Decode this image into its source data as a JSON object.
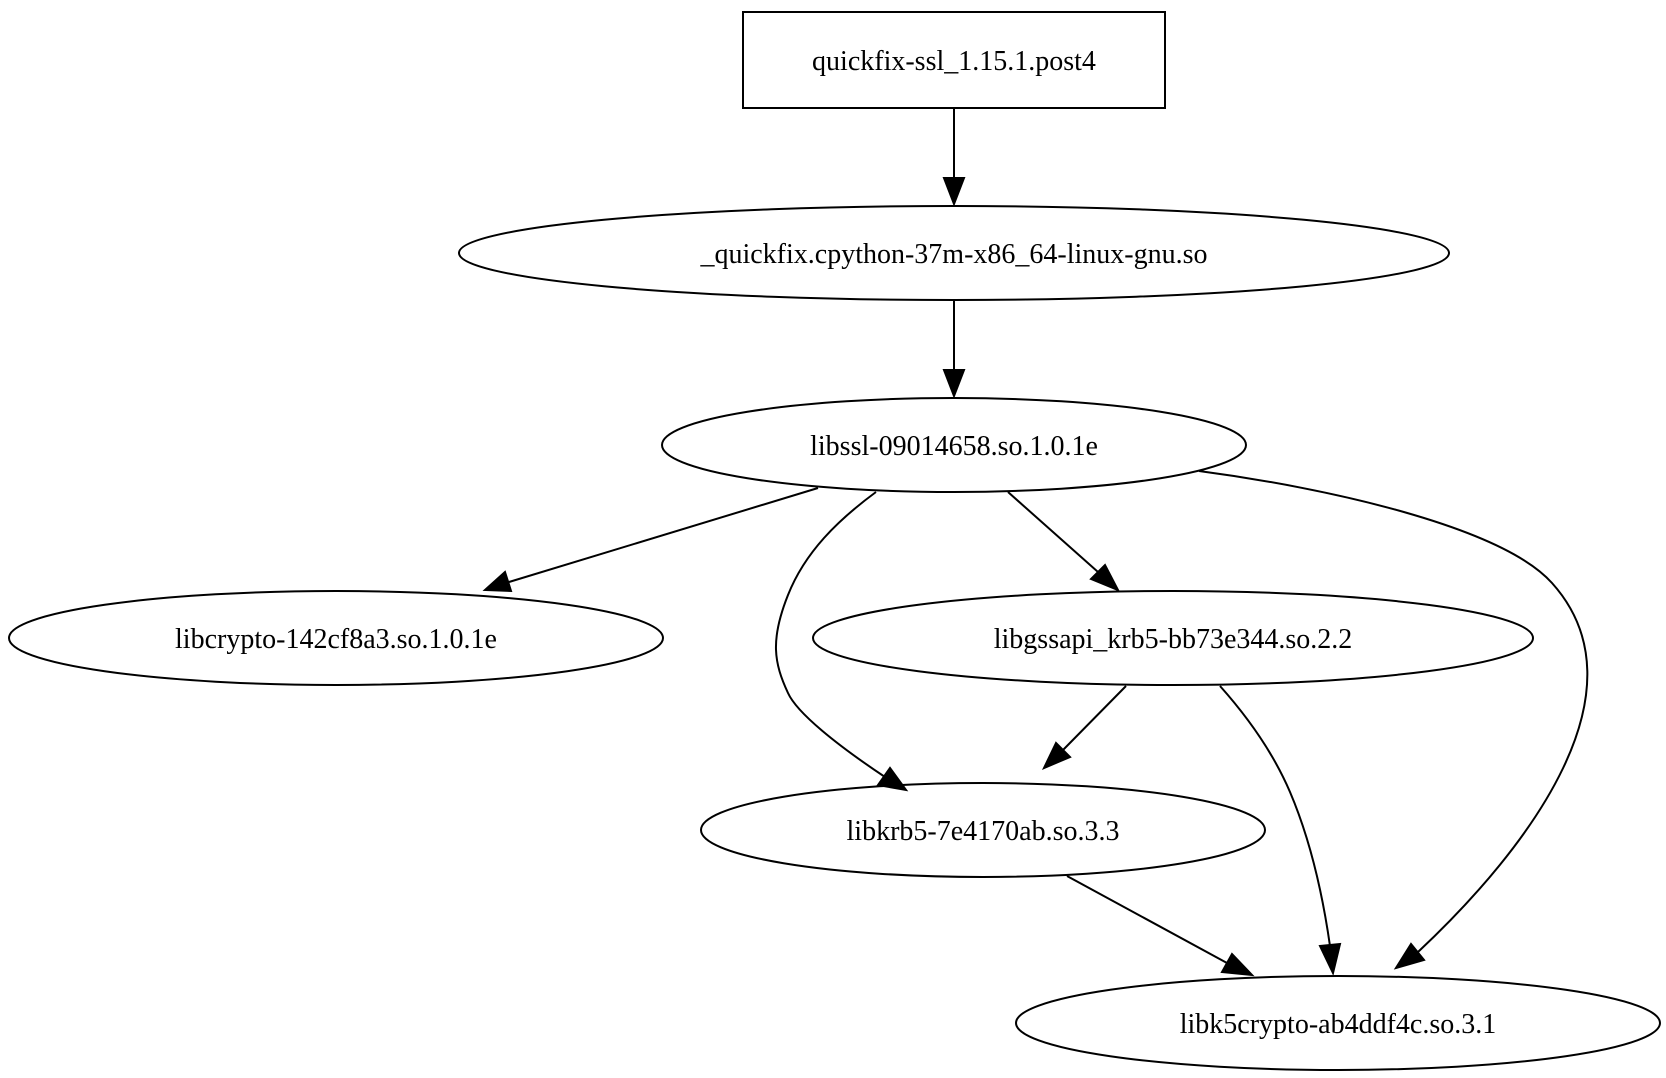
{
  "graph": {
    "nodes": [
      {
        "id": "quickfix-ssl",
        "label": "quickfix-ssl_1.15.1.post4",
        "shape": "box",
        "color": "#000000"
      },
      {
        "id": "quickfix-so",
        "label": "_quickfix.cpython-37m-x86_64-linux-gnu.so",
        "shape": "ellipse",
        "color": "#000000"
      },
      {
        "id": "libssl",
        "label": "libssl-09014658.so.1.0.1e",
        "shape": "ellipse",
        "color": "#000000"
      },
      {
        "id": "libcrypto",
        "label": "libcrypto-142cf8a3.so.1.0.1e",
        "shape": "ellipse",
        "color": "#000000"
      },
      {
        "id": "libgssapi",
        "label": "libgssapi_krb5-bb73e344.so.2.2",
        "shape": "ellipse",
        "color": "#000000"
      },
      {
        "id": "libkrb5",
        "label": "libkrb5-7e4170ab.so.3.3",
        "shape": "ellipse",
        "color": "#000000"
      },
      {
        "id": "libk5crypto",
        "label": "libk5crypto-ab4ddf4c.so.3.1",
        "shape": "ellipse",
        "color": "#ff0000"
      }
    ],
    "edges": [
      {
        "from": "quickfix-ssl",
        "to": "quickfix-so"
      },
      {
        "from": "quickfix-so",
        "to": "libssl"
      },
      {
        "from": "libssl",
        "to": "libcrypto"
      },
      {
        "from": "libssl",
        "to": "libgssapi"
      },
      {
        "from": "libssl",
        "to": "libkrb5"
      },
      {
        "from": "libssl",
        "to": "libk5crypto"
      },
      {
        "from": "libgssapi",
        "to": "libkrb5"
      },
      {
        "from": "libgssapi",
        "to": "libk5crypto"
      },
      {
        "from": "libkrb5",
        "to": "libk5crypto"
      }
    ]
  }
}
